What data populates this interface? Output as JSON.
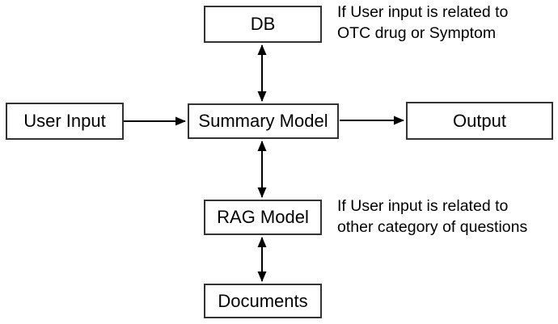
{
  "diagram": {
    "type": "flowchart",
    "nodes": {
      "db": {
        "label": "DB"
      },
      "user_input": {
        "label": "User Input"
      },
      "summary_model": {
        "label": "Summary Model"
      },
      "output": {
        "label": "Output"
      },
      "rag_model": {
        "label": "RAG Model"
      },
      "documents": {
        "label": "Documents"
      }
    },
    "annotations": {
      "top": {
        "line1": "If User input is related to",
        "line2": "OTC drug or Symptom"
      },
      "bottom": {
        "line1": "If User input is related to",
        "line2": "other category of questions"
      }
    },
    "edges": [
      {
        "from": "User Input",
        "to": "Summary Model",
        "arrows": "one-way"
      },
      {
        "from": "Summary Model",
        "to": "DB",
        "arrows": "two-way"
      },
      {
        "from": "Summary Model",
        "to": "Output",
        "arrows": "one-way"
      },
      {
        "from": "Summary Model",
        "to": "RAG Model",
        "arrows": "two-way"
      },
      {
        "from": "RAG Model",
        "to": "Documents",
        "arrows": "two-way"
      }
    ],
    "colors": {
      "background": "#ffffff",
      "box_border": "#333333",
      "box_fill": "#ffffff",
      "text": "#000000",
      "arrow": "#000000"
    }
  }
}
